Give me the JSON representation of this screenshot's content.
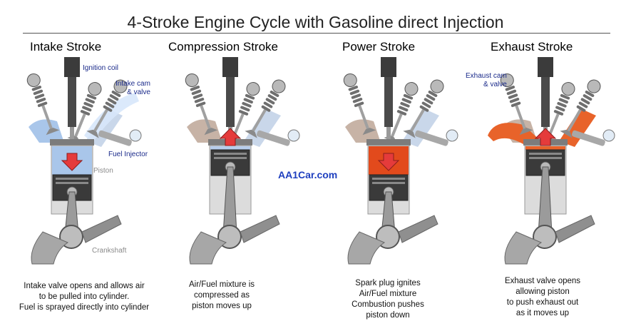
{
  "title": "4-Stroke Engine Cycle with Gasoline direct Injection",
  "watermark": "AA1Car.com",
  "colors": {
    "intake_charge": "#a9c6ea",
    "compressed_charge": "#b7cdeb",
    "combustion": "#e24a1c",
    "exhaust": "#e8632a",
    "arrow": "#e53b3b",
    "metal": "#8f8f8f"
  },
  "strokes": [
    {
      "name": "Intake Stroke",
      "piston_direction": "down",
      "caption": [
        "Intake valve opens and allows air",
        "to be pulled into cylinder.",
        "Fuel is sprayed directly into cylinder"
      ]
    },
    {
      "name": "Compression Stroke",
      "piston_direction": "up",
      "caption": [
        "Air/Fuel mixture is",
        "compressed as",
        "piston moves up"
      ]
    },
    {
      "name": "Power Stroke",
      "piston_direction": "down",
      "caption": [
        "Spark plug ignites",
        "Air/Fuel mixture",
        "Combustion pushes",
        "piston down"
      ]
    },
    {
      "name": "Exhaust Stroke",
      "piston_direction": "up",
      "caption": [
        "Exhaust valve opens",
        "allowing piston",
        "to push exhaust out",
        "as it moves up"
      ]
    }
  ],
  "labels": {
    "ignition_coil": "Ignition coil",
    "intake_cam": [
      "Intake cam",
      "& valve"
    ],
    "fuel_injector": "Fuel Injector",
    "piston": "Piston",
    "crankshaft": "Crankshaft",
    "exhaust_cam": [
      "Exhaust cam",
      "& valve"
    ]
  }
}
